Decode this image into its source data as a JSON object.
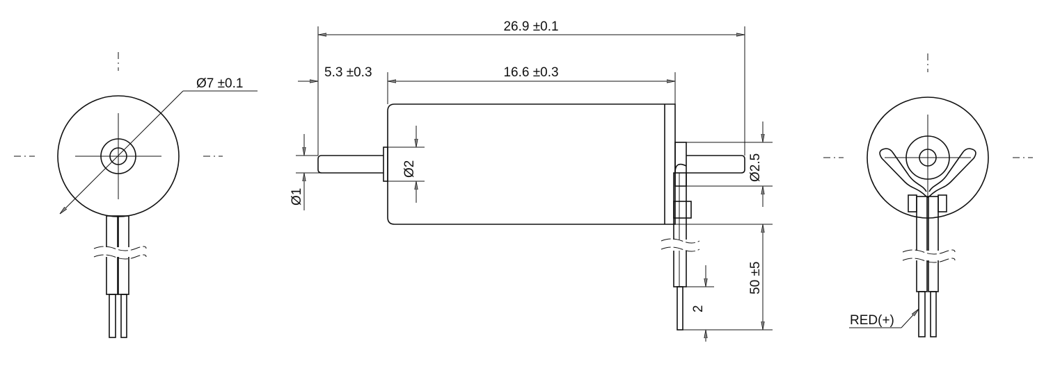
{
  "drawing": {
    "front_view": {
      "diameter_label": "Ø7 ±0.1"
    },
    "side_view": {
      "overall_length": "26.9 ±0.1",
      "shaft_length": "5.3 ±0.3",
      "body_length": "16.6 ±0.3",
      "shaft_diameter": "Ø1",
      "boss_diameter": "Ø2",
      "rear_boss_diameter": "Ø2.5",
      "lead_length": "50 ±5",
      "strip_length": "2"
    },
    "rear_view": {
      "lead_label": "RED(+)"
    }
  }
}
